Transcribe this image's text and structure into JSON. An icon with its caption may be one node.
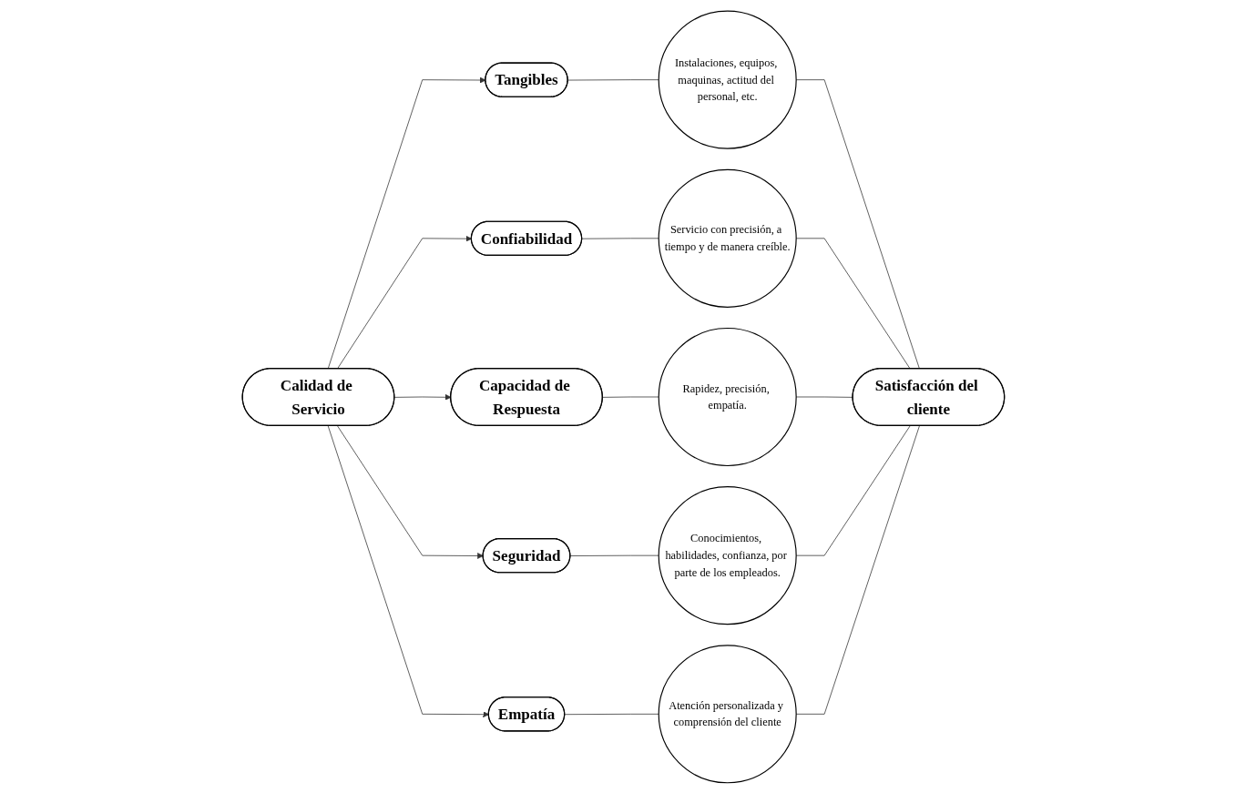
{
  "diagram": {
    "nodes": [
      {
        "text": [
          "Calidad de Servicio"
        ]
      },
      {
        "text": [
          "Tangibles"
        ]
      },
      {
        "text": [
          "Instalaciones, equipos, maquinas, actitud del personal, etc."
        ]
      },
      {
        "text": [
          "Confiabilidad"
        ]
      },
      {
        "text": [
          "Servicio con precisión, a tiempo y de manera creíble."
        ]
      },
      {
        "text": [
          "Capacidad de Respuesta"
        ]
      },
      {
        "text": [
          "Rapidez, precisión, empatía."
        ]
      },
      {
        "text": [
          "Seguridad"
        ]
      },
      {
        "text": [
          "Conocimientos, habilidades, confianza, por parte de los empleados."
        ]
      },
      {
        "text": [
          "Empatía"
        ]
      },
      {
        "text": [
          "Atención personalizada y comprensión del cliente"
        ]
      },
      {
        "text": [
          "Satisfacción del cliente"
        ]
      }
    ],
    "edges": [
      {
        "from": 0,
        "to": 1,
        "arrow": "to"
      },
      {
        "from": 0,
        "to": 3,
        "arrow": "to"
      },
      {
        "from": 0,
        "to": 5,
        "arrow": "to"
      },
      {
        "from": 0,
        "to": 7,
        "arrow": "to"
      },
      {
        "from": 0,
        "to": 9,
        "arrow": "to"
      },
      {
        "from": 1,
        "to": 2,
        "arrow": "none"
      },
      {
        "from": 3,
        "to": 4,
        "arrow": "none"
      },
      {
        "from": 5,
        "to": 6,
        "arrow": "none"
      },
      {
        "from": 7,
        "to": 8,
        "arrow": "none"
      },
      {
        "from": 9,
        "to": 10,
        "arrow": "none"
      },
      {
        "from": 2,
        "to": 11,
        "arrow": "none"
      },
      {
        "from": 4,
        "to": 11,
        "arrow": "none"
      },
      {
        "from": 6,
        "to": 11,
        "arrow": "none"
      },
      {
        "from": 8,
        "to": 11,
        "arrow": "none"
      },
      {
        "from": 10,
        "to": 11,
        "arrow": "none"
      }
    ]
  }
}
